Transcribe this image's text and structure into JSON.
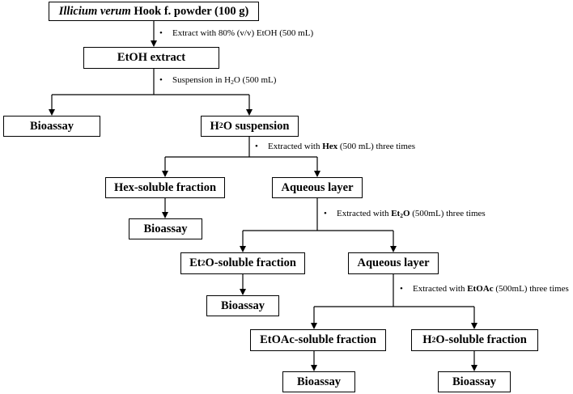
{
  "nodes": {
    "powder": {
      "genus": "Illicium verum",
      "rest": " Hook f. powder (100 g)"
    },
    "etoh_extract": {
      "label": "EtOH extract"
    },
    "bioassay_1": {
      "label": "Bioassay"
    },
    "h2o_suspension": {
      "pre": "H",
      "sub": "2",
      "post": "O suspension"
    },
    "hex_fraction": {
      "label": "Hex-soluble fraction"
    },
    "aqueous_1": {
      "label": "Aqueous layer"
    },
    "bioassay_2": {
      "label": "Bioassay"
    },
    "et2o_fraction": {
      "pre": "Et",
      "sub": "2",
      "post": "O-soluble fraction"
    },
    "aqueous_2": {
      "label": "Aqueous layer"
    },
    "bioassay_3": {
      "label": "Bioassay"
    },
    "etoac_fraction": {
      "label": "EtOAc-soluble fraction"
    },
    "h2o_fraction": {
      "pre": "H",
      "sub": "2",
      "post": "O-soluble fraction"
    },
    "bioassay_4": {
      "label": "Bioassay"
    },
    "bioassay_5": {
      "label": "Bioassay"
    }
  },
  "steps": {
    "bullet": "•",
    "step1": {
      "text": "Extract with 80% (v/v) EtOH (500 mL)"
    },
    "step2": {
      "pre": "Suspension in H",
      "sub": "2",
      "post": "O (500 mL)"
    },
    "step3": {
      "pre": "Extracted with ",
      "bold": "Hex",
      "post": " (500 mL) three times"
    },
    "step4": {
      "pre": "Extracted with ",
      "bold_pre": "Et",
      "bold_sub": "2",
      "bold_post": "O",
      "post": " (500mL) three times"
    },
    "step5": {
      "pre": "Extracted with ",
      "bold": "EtOAc",
      "post": " (500mL) three times"
    }
  }
}
